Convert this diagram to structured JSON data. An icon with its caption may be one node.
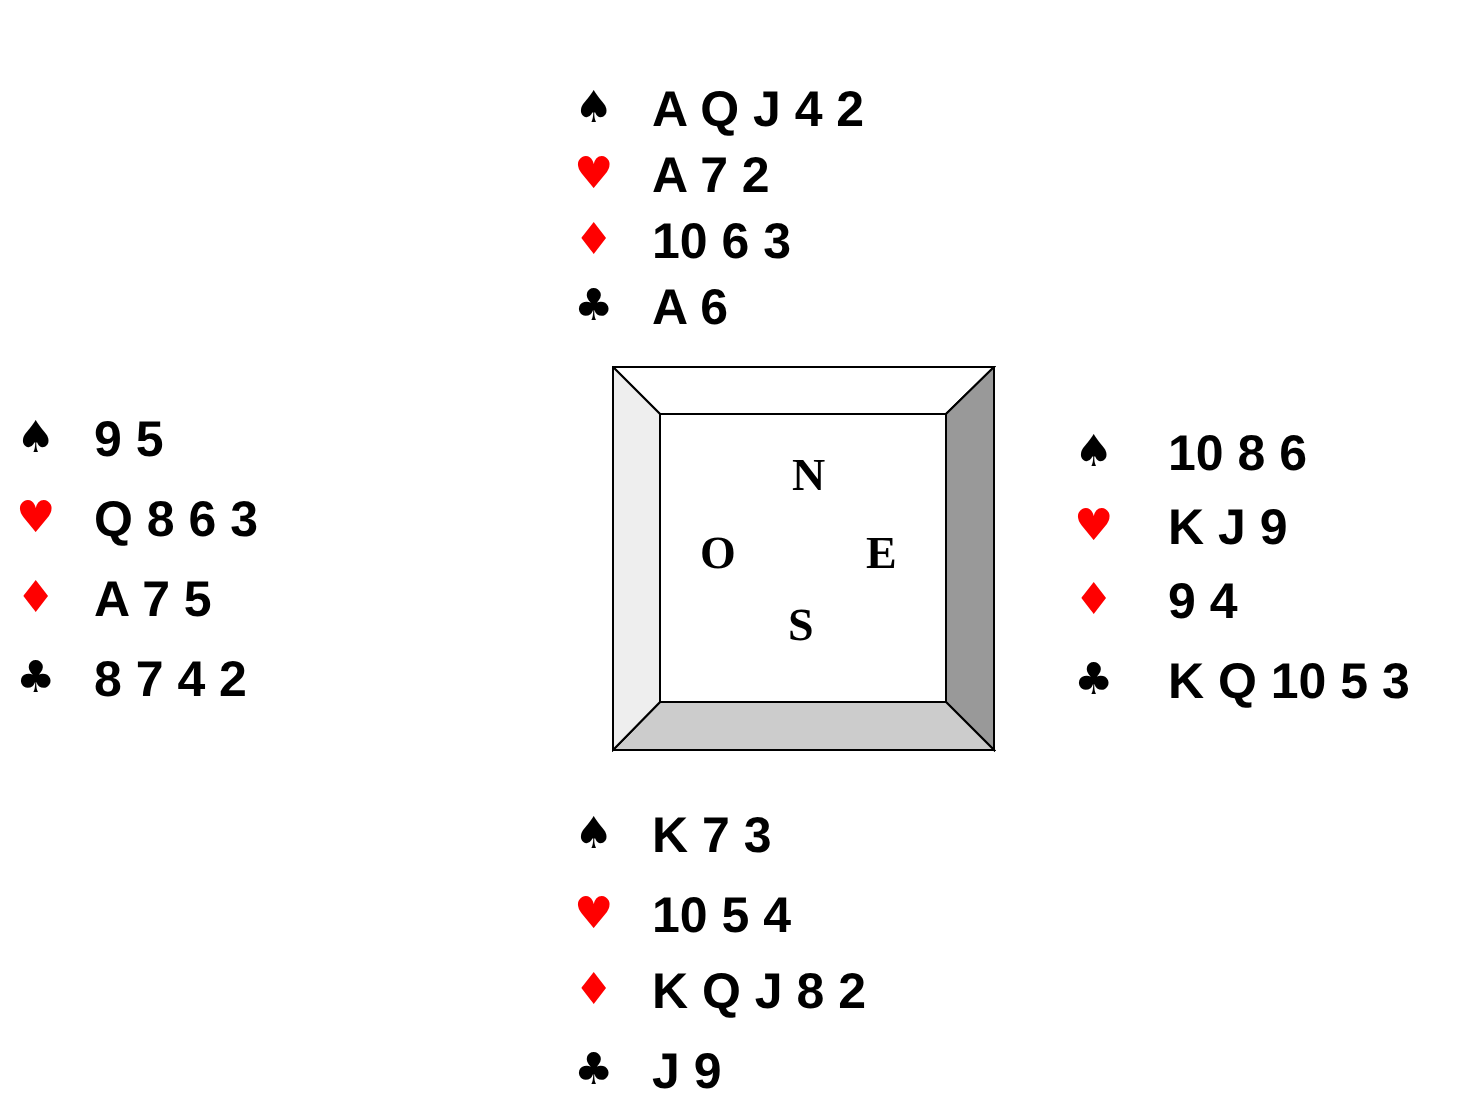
{
  "diagram": {
    "nodes": [
      {
        "text": [
          "N",
          "O",
          "E",
          "S"
        ]
      }
    ],
    "labels": [
      "♠",
      "A Q J 4 2",
      "♥",
      "A 7 2",
      "♦",
      "10 6 3",
      "♣",
      "A 6",
      "♠",
      "9 5",
      "♥",
      "Q 8 6 3",
      "♦",
      "A 7 5",
      "♣",
      "8 7 4 2",
      "♠",
      "10 8 6",
      "♥",
      "K J 9",
      "♦",
      "9 4",
      "♣",
      "K Q 10 5 3",
      "♠",
      "K 7 3",
      "♥",
      "10 5 4",
      "♦",
      "K Q J 8 2",
      "♣",
      "J 9"
    ]
  }
}
